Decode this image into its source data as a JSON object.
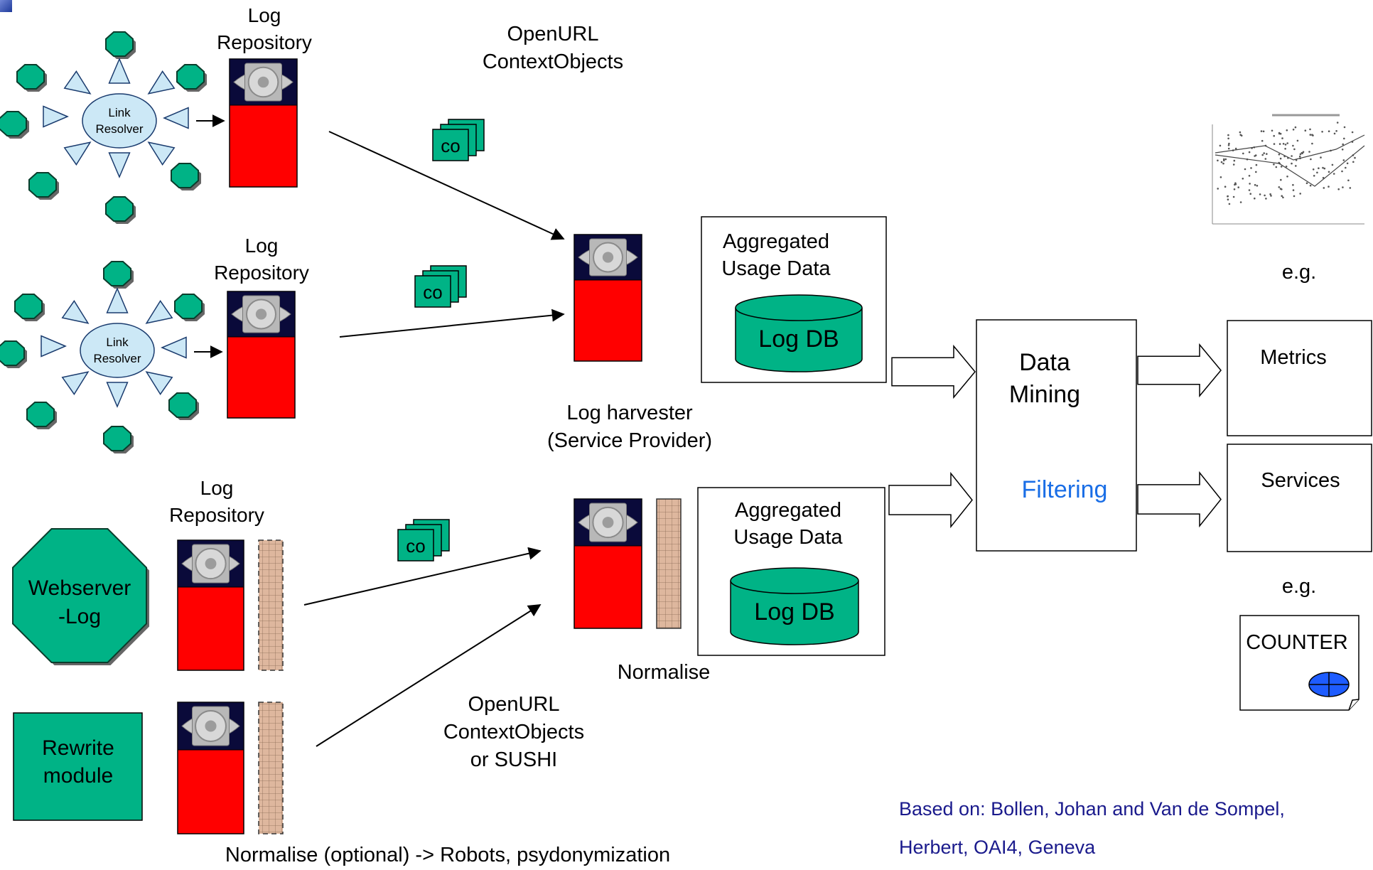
{
  "log_repository_label_lines": [
    "Log",
    "Repository"
  ],
  "link_resolver_label_lines": [
    "Link",
    "Resolver"
  ],
  "openurl_top_lines": [
    "OpenURL",
    "ContextObjects"
  ],
  "openurl_bottom_lines": [
    "OpenURL",
    "ContextObjects",
    "or SUSHI"
  ],
  "co_label": "co",
  "log_harvester_lines": [
    "Log harvester",
    "(Service Provider)"
  ],
  "normalise_label": "Normalise",
  "aggregated_usage_lines": [
    "Aggregated",
    "Usage Data"
  ],
  "log_db_label": "Log DB",
  "data_mining_lines": [
    "Data",
    "Mining"
  ],
  "filtering_label": "Filtering",
  "metrics_label": "Metrics",
  "services_label": "Services",
  "eg_label": "e.g.",
  "counter_label": "COUNTER",
  "webserver_log_lines": [
    "Webserver",
    "-Log"
  ],
  "rewrite_module_lines": [
    "Rewrite",
    "module"
  ],
  "normalise_optional_label": "Normalise (optional) -> Robots, psydonymization",
  "citation_lines": [
    "Based on: Bollen, Johan and Van de Sompel,",
    "Herbert,  OAI4, Geneva"
  ],
  "colors": {
    "node_green": "#00b386",
    "resolver_blue": "#cce8f6",
    "repo_red": "#ff0000",
    "repo_top": "#0a0a3a",
    "filtering_blue": "#1a6ee6",
    "citation_navy": "#1a1a8c",
    "grid_tan": "#deb79e"
  }
}
